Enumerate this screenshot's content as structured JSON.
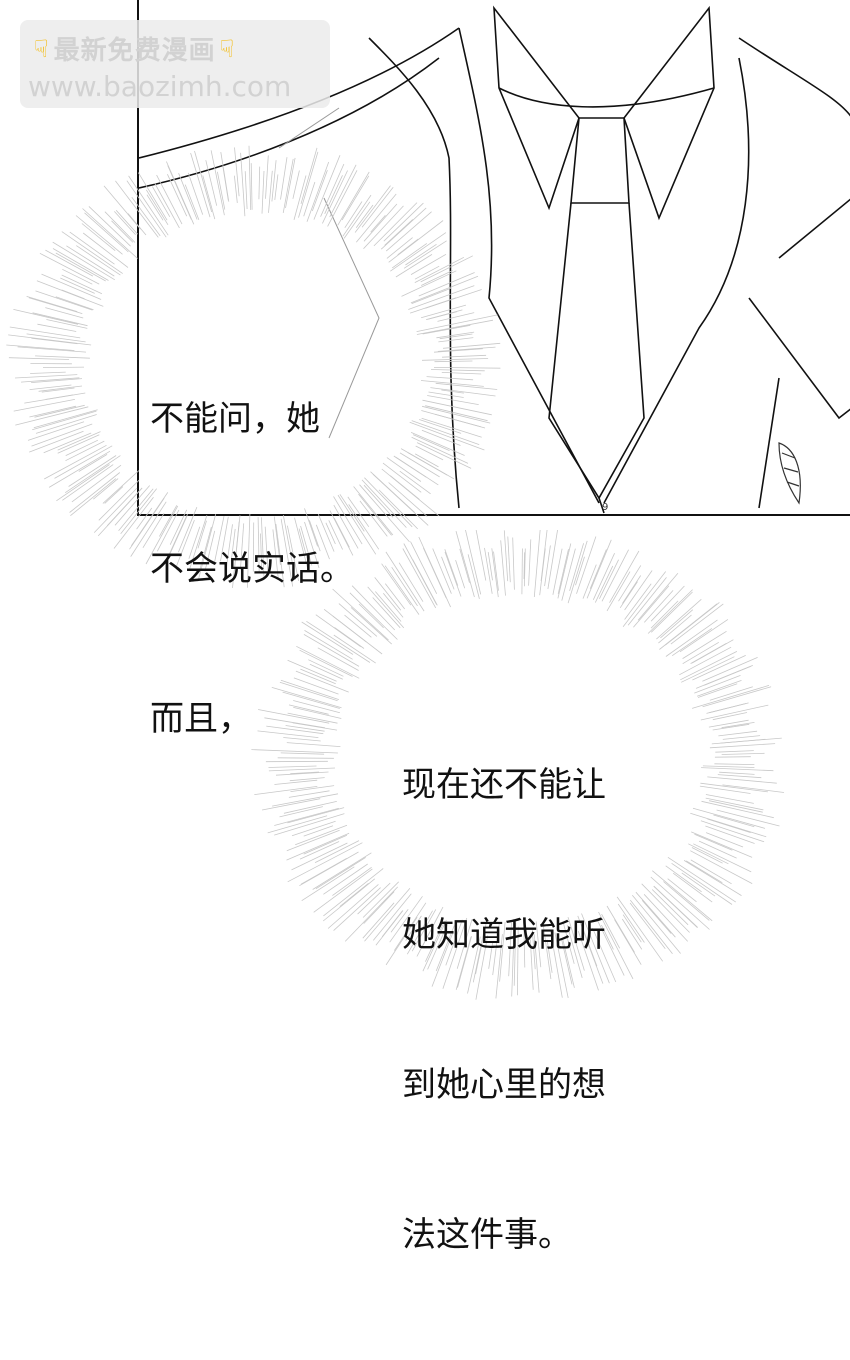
{
  "watermark": {
    "title": "最新免费漫画",
    "url": "www.baozimh.com",
    "left_icon": "pointing-hand-icon",
    "right_icon": "pointing-hand-icon",
    "icon_color": "#f5b800"
  },
  "bubbles": [
    {
      "lines": [
        "不能问，她",
        "不会说实话。",
        "而且，"
      ]
    },
    {
      "lines": [
        "现在还不能让",
        "她知道我能听",
        "到她心里的想",
        "法这件事。"
      ]
    }
  ],
  "panel": {
    "label": "9"
  }
}
